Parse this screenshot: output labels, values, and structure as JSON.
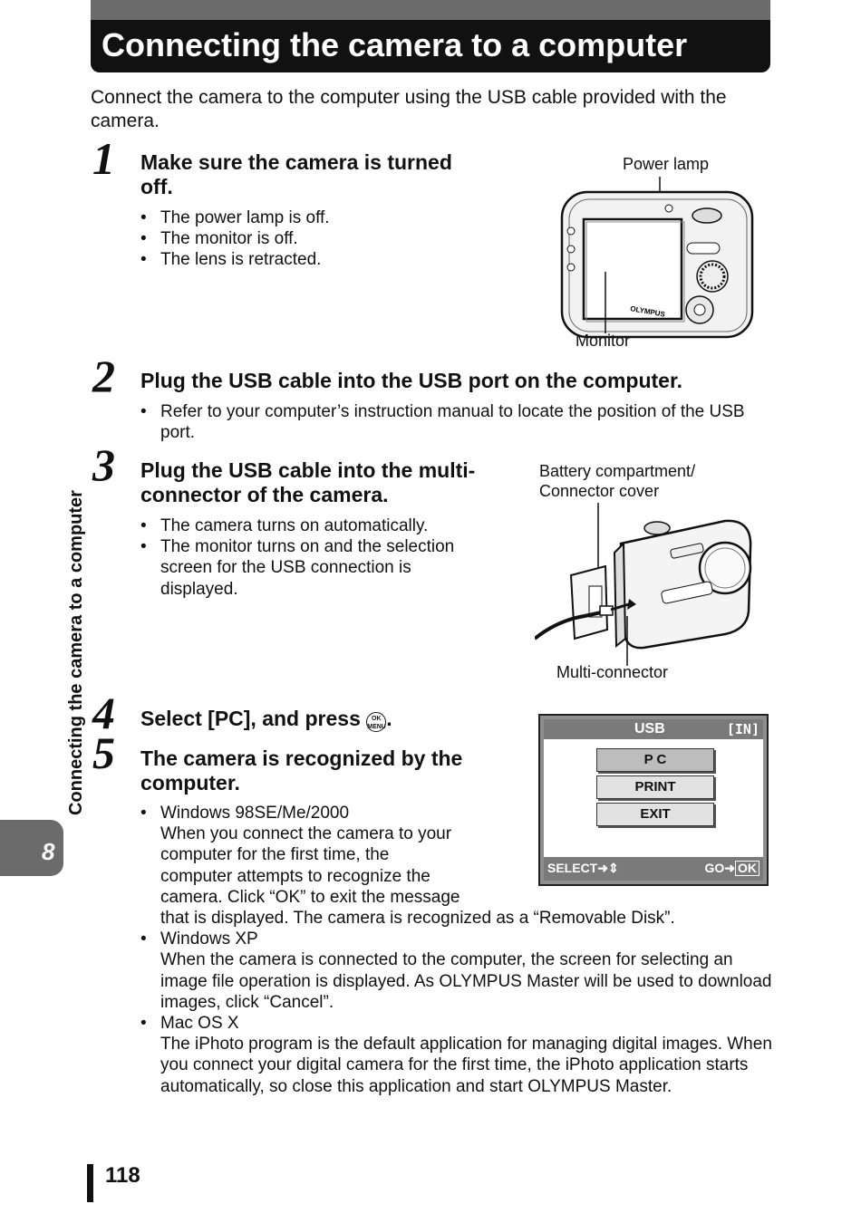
{
  "title": "Connecting the camera to a computer",
  "intro": "Connect the camera to the computer using the USB cable provided with the camera.",
  "steps": {
    "s1": {
      "num": "1",
      "heading": "Make sure the camera is turned off.",
      "bullets": [
        "The power lamp is off.",
        "The monitor is off.",
        "The lens is retracted."
      ]
    },
    "s2": {
      "num": "2",
      "heading": "Plug the USB cable into the USB port on the computer.",
      "bullets": [
        "Refer to your computer’s instruction manual to locate the position of the USB port."
      ]
    },
    "s3": {
      "num": "3",
      "heading": "Plug the USB cable into the multi-connector of the camera.",
      "bullets": [
        "The camera turns on automatically.",
        "The monitor turns on and the selection screen for the USB connection is displayed."
      ]
    },
    "s4": {
      "num": "4",
      "heading_pre": "Select [PC], and press",
      "icon_top": "OK",
      "icon_bottom": "MENU",
      "heading_post": "."
    },
    "s5": {
      "num": "5",
      "heading": "The camera is recognized by the computer.",
      "b1_title": "Windows 98SE/Me/2000",
      "b1_line1": "When you connect the camera to your",
      "b1_line2": "computer for the first time, the",
      "b1_line3": "computer attempts to recognize the",
      "b1_line4": "camera. Click “OK” to exit the message",
      "b1_line5": "that is displayed. The camera is recognized as a “Removable Disk”.",
      "b2_title": "Windows XP",
      "b2_text": "When the camera is connected to the computer, the screen for selecting an image file operation is displayed. As OLYMPUS Master will be used to download images, click “Cancel”.",
      "b3_title": "Mac OS X",
      "b3_text": "The iPhoto program is the default application for managing digital images. When you connect your digital camera for the first time, the iPhoto application starts automatically, so close this application and start OLYMPUS Master."
    }
  },
  "figures": {
    "power_lamp": "Power lamp",
    "monitor": "Monitor",
    "battery_line1": "Battery compartment/",
    "battery_line2": "Connector cover",
    "multi_connector": "Multi-connector",
    "brand": "OLYMPUS"
  },
  "usb_screen": {
    "title": "USB",
    "in_badge": "[IN]",
    "items": [
      "P C",
      "PRINT",
      "EXIT"
    ],
    "select_label": "SELECT",
    "go_label": "GO",
    "ok_label": "OK"
  },
  "side": {
    "tab_number": "8",
    "vertical_text": "Connecting the camera to a computer"
  },
  "page_number": "118"
}
